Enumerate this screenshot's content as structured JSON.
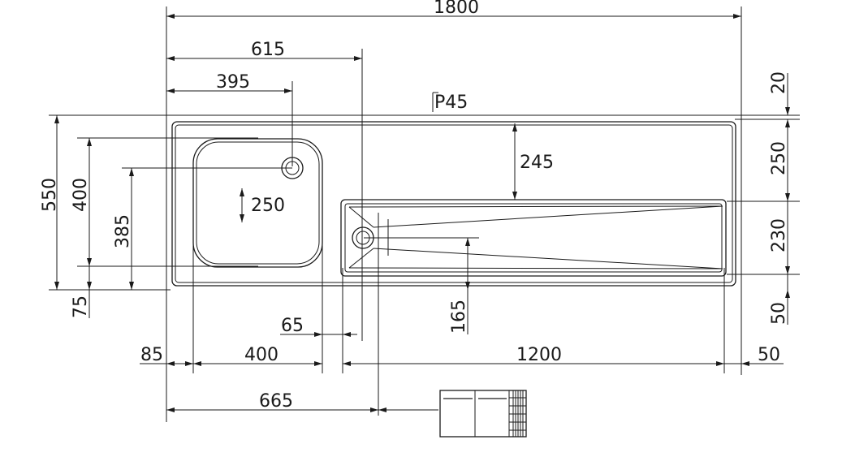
{
  "dimensions": {
    "overall_length": "1800",
    "tap_to_waste": "615",
    "left_to_waste": "395",
    "worktop_depth": "550",
    "bowl_depth": "400",
    "waste_from_front": "385",
    "front_margin": "75",
    "bowl_depth_inner": "250",
    "back_to_drainer": "245",
    "drainer_waste_offset": "165",
    "back_margin": "20",
    "back_zone": "250",
    "drainer_depth": "230",
    "front_zone": "50",
    "left_margin": "85",
    "bowl_width": "400",
    "bowl_drainer_gap": "65",
    "drainer_length": "1200",
    "right_margin": "50",
    "cabinet_width": "665"
  },
  "profile_label": "P45"
}
